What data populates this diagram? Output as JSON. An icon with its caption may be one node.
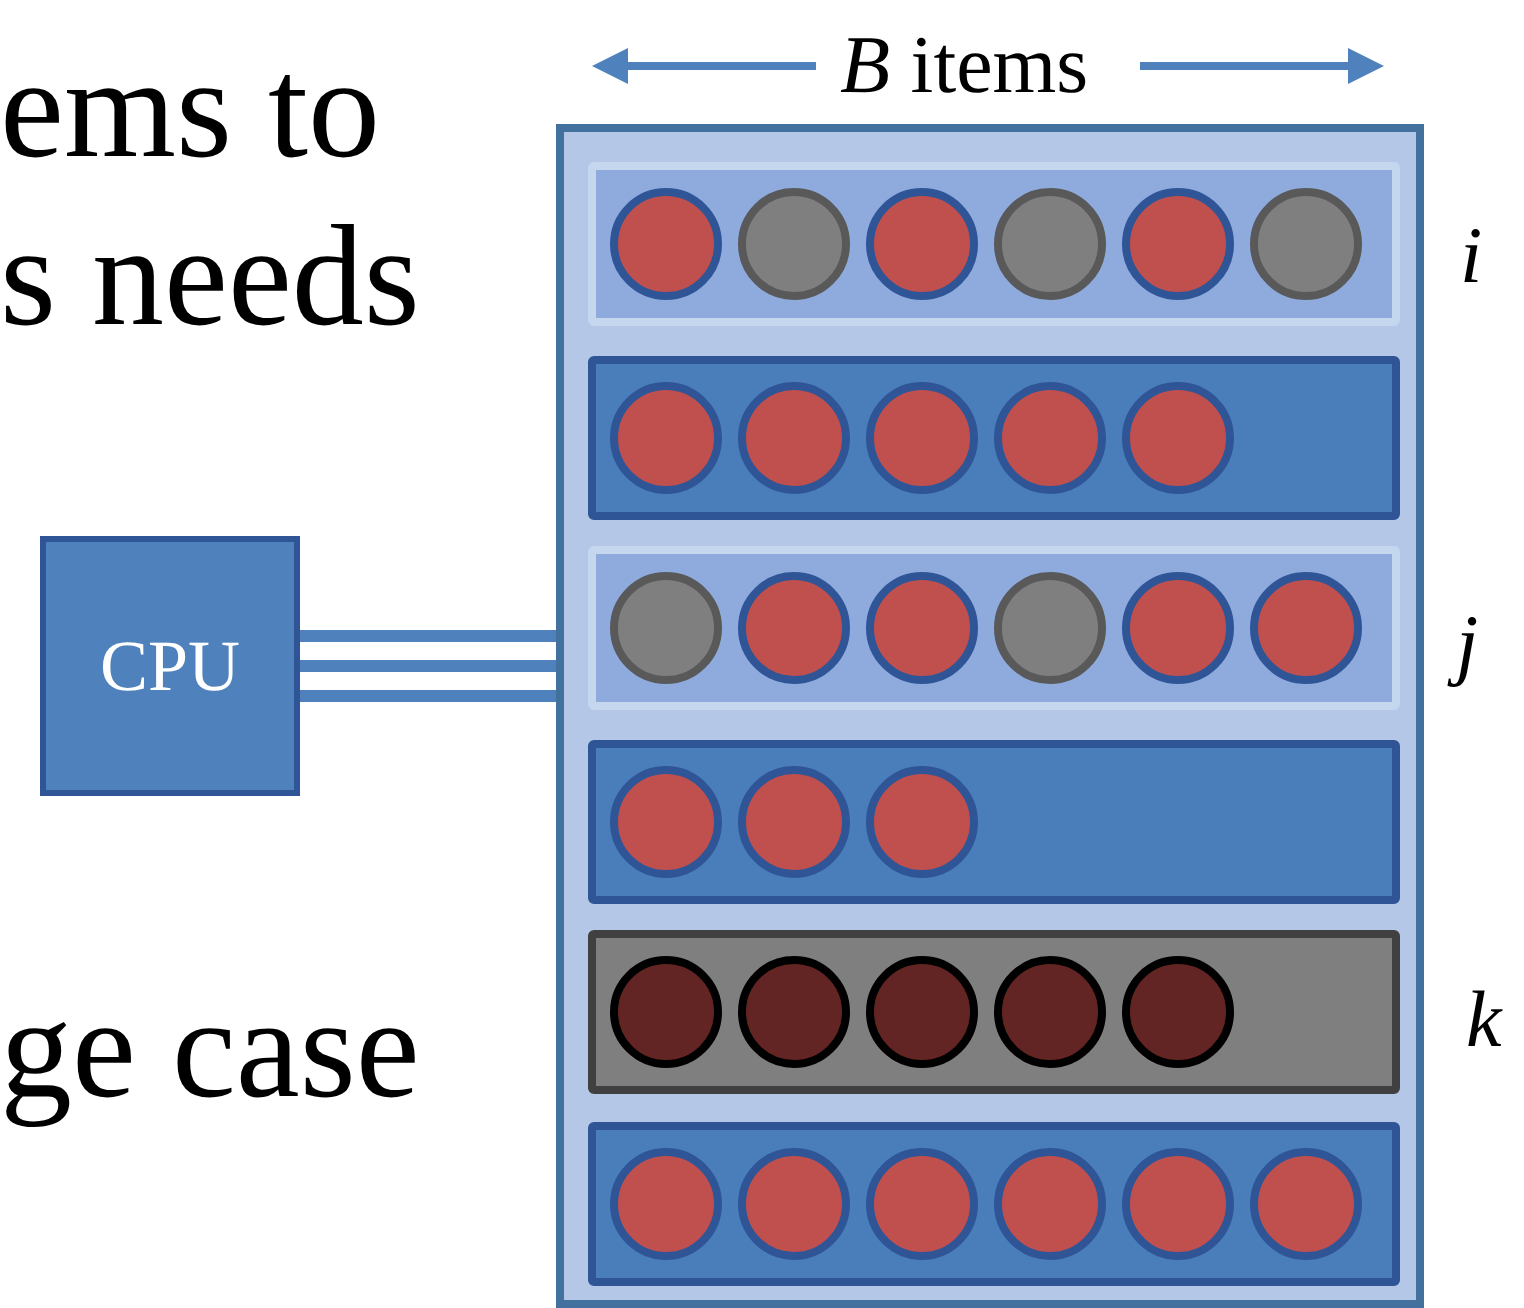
{
  "diagram": {
    "nodes": [
      {
        "text": [
          "CPU"
        ]
      },
      {
        "text": [],
        "shape": "box"
      },
      {
        "text": [],
        "shape": "bar",
        "in": 1
      },
      {
        "text": [],
        "shape": "bar",
        "in": 1
      },
      {
        "text": [],
        "shape": "bar",
        "in": 1
      },
      {
        "text": [],
        "shape": "bar",
        "in": 1
      },
      {
        "text": [],
        "shape": "bar",
        "in": 1
      },
      {
        "text": [],
        "shape": "bar",
        "in": 1
      }
    ],
    "edges": [
      {
        "from": 0,
        "to": 1,
        "arrow": "none"
      }
    ],
    "labels": [
      "*B* items",
      "ems to",
      "i",
      "s needs",
      "j",
      "ge case",
      "k"
    ]
  }
}
